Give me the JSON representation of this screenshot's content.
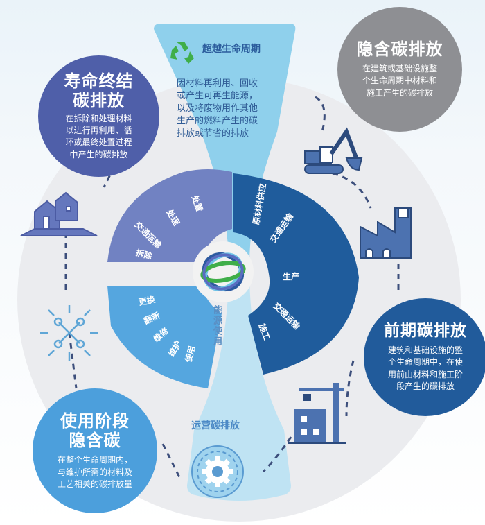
{
  "colors": {
    "ring_bg": "#ebecef",
    "funnel_light": "#8fd0ec",
    "funnel_lighter": "#bfe3f3",
    "eol_circle": "#4f5fa9",
    "embodied_circle": "#8e8f93",
    "upfront_circle": "#215b9b",
    "use_circle": "#4c9fdc",
    "segment_eol": "#7182c2",
    "segment_use": "#55a6df",
    "segment_upfront": "#1f5c9c",
    "icon_blue": "#4c72b0",
    "recycle_green": "#3fae49"
  },
  "beyond_lifecycle": {
    "icon": "recycle-icon",
    "title": "超越生命周期",
    "desc": "因材料再利用、回收\n或产生可再生能源，\n以及将废物用作其他\n生产的燃料产生的碳\n排放或节省的排放"
  },
  "embodied_carbon": {
    "title": "隐含碳排放",
    "desc": "在建筑或基础设施整\n个生命周期中材料和\n施工产生的碳排放"
  },
  "end_of_life": {
    "title_line1": "寿命终结",
    "title_line2": "碳排放",
    "desc": "在拆除和处理材料\n以进行再利用、循\n环或最终处置过程\n中产生的碳排放"
  },
  "upfront_carbon": {
    "title": "前期碳排放",
    "desc": "建筑和基础设施的整\n个生命周期中，在使\n用前由材料和施工阶\n段产生的碳排放"
  },
  "use_stage": {
    "title_line1": "使用阶段",
    "title_line2": "隐含碳",
    "desc": "在整个生命周期内，\n与维护所需的材料及\n工艺相关的碳排放量"
  },
  "segments": {
    "eol": [
      "处置",
      "处理",
      "交通运输",
      "拆除"
    ],
    "use": [
      "更换",
      "翻新",
      "维修",
      "维护",
      "使用"
    ],
    "upfront": [
      "原材料供应",
      "交通运输",
      "生产",
      "交通运输",
      "施工"
    ]
  },
  "energy_use_label": "能源使用",
  "operational": {
    "title": "运营碳排放",
    "icon": "gear-icon"
  },
  "icons": [
    "excavator-icon",
    "factory-icon",
    "construction-crane-icon",
    "houses-icon",
    "tools-icon",
    "globe-logo-icon"
  ]
}
